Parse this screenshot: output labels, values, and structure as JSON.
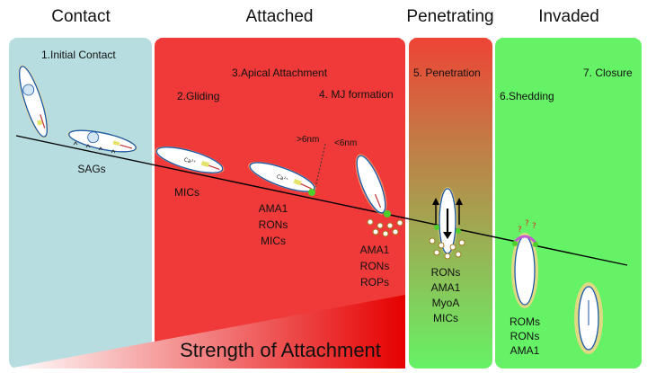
{
  "headers": {
    "contact": "Contact",
    "attached": "Attached",
    "penetrating": "Penetrating",
    "invaded": "Invaded"
  },
  "steps": {
    "initial_contact": "1.Initial Contact",
    "gliding": "2.Gliding",
    "apical_attachment": "3.Apical Attachment",
    "mj_formation": "4. MJ formation",
    "penetration": "5. Penetration",
    "shedding": "6.Shedding",
    "closure": "7. Closure"
  },
  "distance_labels": {
    "far": ">6nm",
    "near": "<6nm"
  },
  "protein_labels": {
    "sags": "SAGs",
    "mics": "MICs",
    "ama1_group": [
      "AMA1",
      "RONs",
      "MICs"
    ],
    "mj_group": [
      "AMA1",
      "RONs",
      "ROPs"
    ],
    "penetration_group": [
      "RONs",
      "AMA1",
      "MyoA",
      "MICs"
    ],
    "shedding_group": [
      "ROMs",
      "RONs",
      "AMA1"
    ]
  },
  "strength_label": "Strength of Attachment",
  "colors": {
    "contact_panel": "#b7dde0",
    "attached_panel": "#f03a3a",
    "invaded_panel": "#66f266",
    "penetrating_top": "#ee4436",
    "penetrating_bottom": "#66f266",
    "parasite_fill": "#ffffff",
    "parasite_edge": "#1a5aa8",
    "nucleus": "#d3e6f6",
    "halo": "#f5d58a",
    "wedge_start": "#ffffff",
    "wedge_end": "#e60000"
  }
}
